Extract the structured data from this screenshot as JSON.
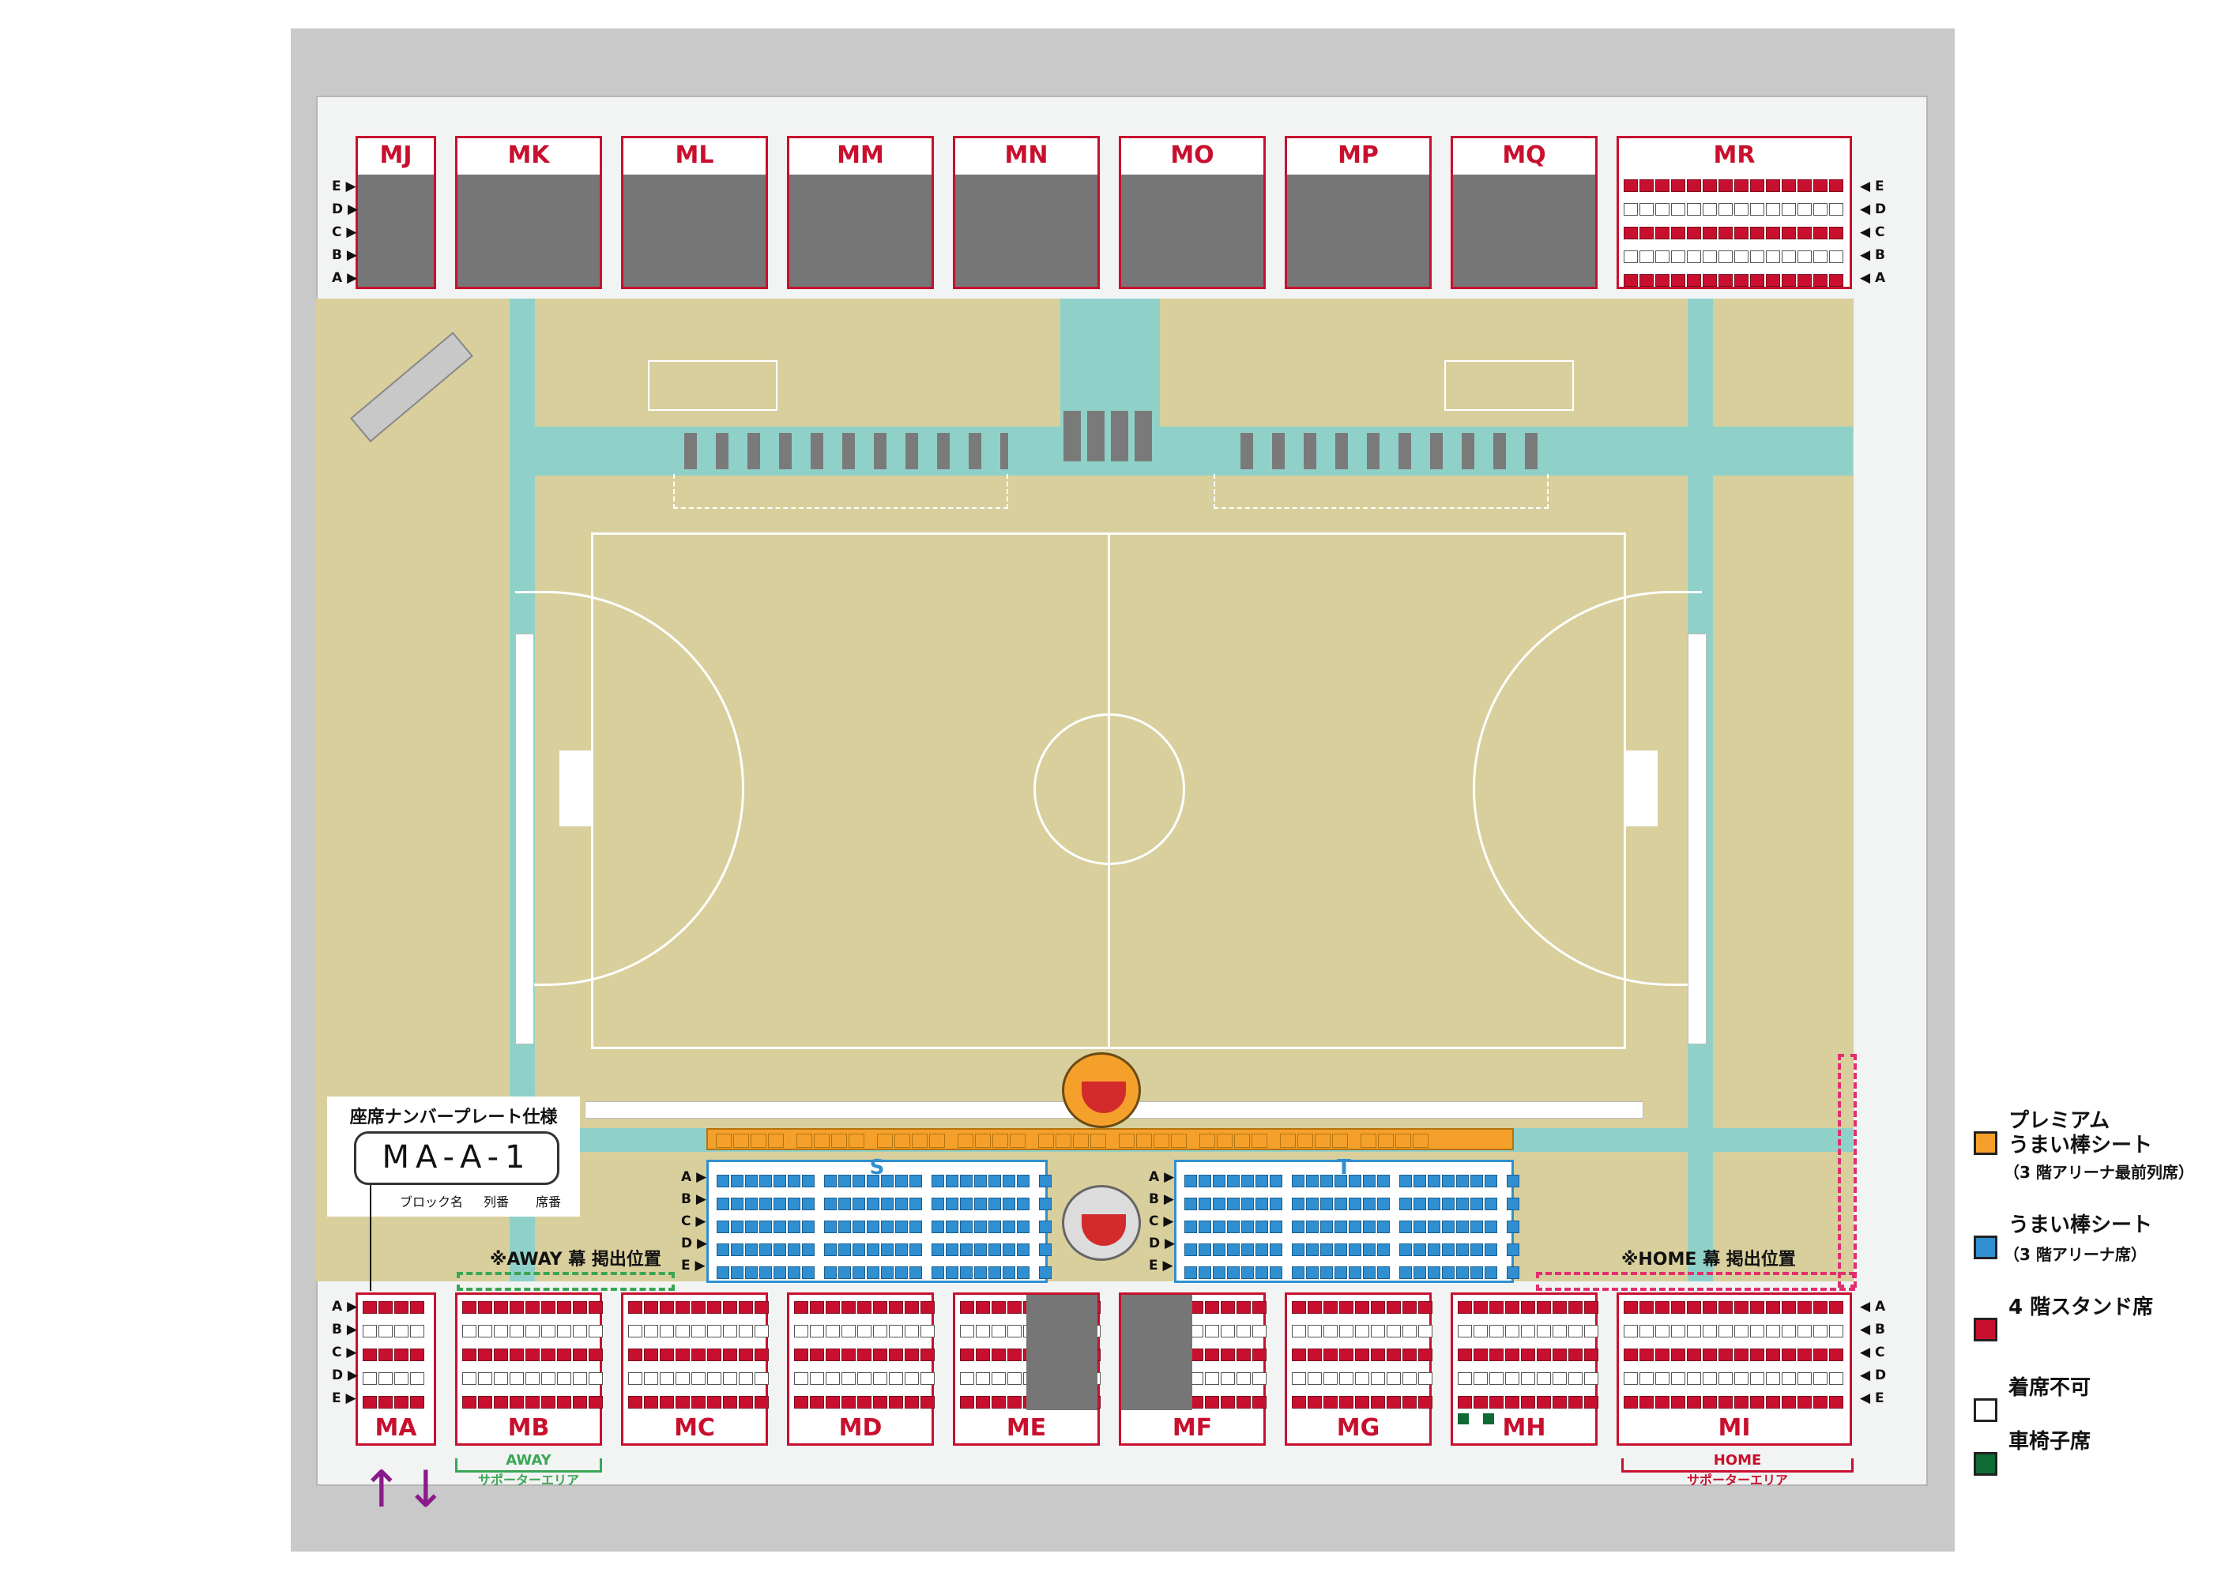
{
  "top_blocks": [
    "MJ",
    "MK",
    "ML",
    "MM",
    "MN",
    "MO",
    "MP",
    "MQ",
    "MR"
  ],
  "bottom_blocks": [
    "MA",
    "MB",
    "MC",
    "MD",
    "ME",
    "MF",
    "MG",
    "MH",
    "MI"
  ],
  "rows_top": [
    "E",
    "D",
    "C",
    "B",
    "A"
  ],
  "rows_bottom": [
    "A",
    "B",
    "C",
    "D",
    "E"
  ],
  "center_blocks": [
    "S",
    "T"
  ],
  "plate": {
    "title": "座席ナンバープレート仕様",
    "example": "MA-A-1",
    "parts": [
      "ブロック名",
      "列番",
      "席番"
    ]
  },
  "away": {
    "banner": "※AWAY 幕 掲出位置",
    "area_title": "AWAY",
    "area_sub": "サポーターエリア"
  },
  "home": {
    "banner": "※HOME 幕 掲出位置",
    "area_title": "HOME",
    "area_sub": "サポーターエリア"
  },
  "legend": [
    {
      "label": "プレミアム\nうまい棒シート",
      "sub": "（3 階アリーナ最前列席）",
      "color": "#f5a02b"
    },
    {
      "label": "うまい棒シート",
      "sub": "（3 階アリーナ席）",
      "color": "#2f8fd1"
    },
    {
      "label": "4 階スタンド席",
      "sub": "",
      "color": "#c8102e"
    },
    {
      "label": "着席不可",
      "sub": "",
      "color": "#ffffff"
    },
    {
      "label": "車椅子席",
      "sub": "",
      "color": "#0f6b33"
    }
  ],
  "colors": {
    "stand": "#c8102e",
    "premium": "#f5a02b",
    "arena_seat": "#2f8fd1",
    "wheelchair": "#0f6b33",
    "unavailable": "#767676",
    "arrow": "#8a1a8a"
  }
}
